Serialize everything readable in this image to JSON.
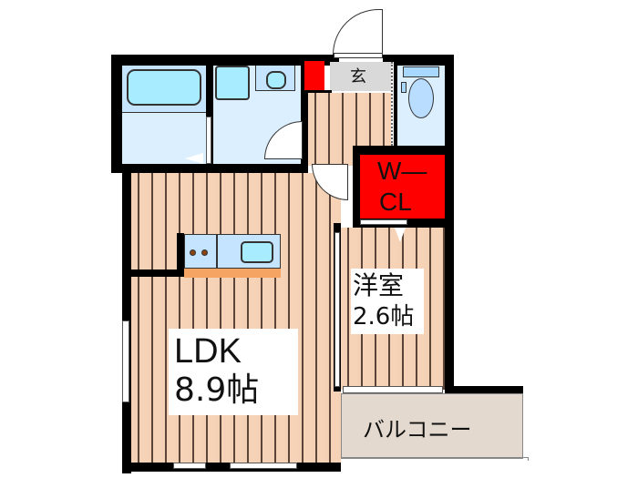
{
  "plan": {
    "rooms": {
      "ldk": {
        "name": "LDK",
        "size": "8.9帖"
      },
      "western": {
        "name": "洋室",
        "size": "2.6帖"
      },
      "wcl": {
        "line1": "W—",
        "line2": "CL"
      },
      "entrance": {
        "label": "玄"
      },
      "balcony": {
        "label": "バルコニー"
      }
    },
    "colors": {
      "wall": "#000000",
      "floor": "#f6d3b6",
      "floor_line": "#5a4438",
      "wet_area": "#dcefff",
      "fixture": "#a8ecff",
      "closet": "#ff0000",
      "entrance": "#d9d9d9",
      "balcony": "#e3d9cf",
      "counter": "#f5a463"
    }
  }
}
